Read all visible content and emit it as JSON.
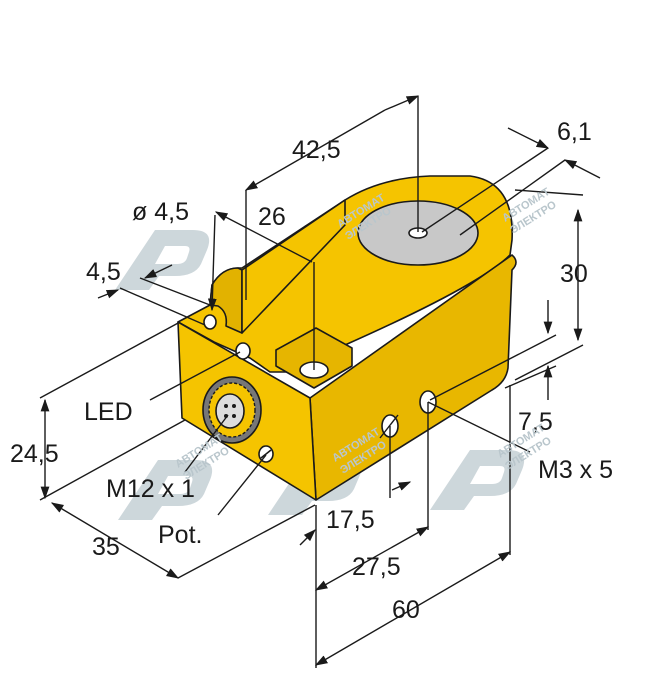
{
  "labels": {
    "d_42_5": "42,5",
    "d_6_1": "6,1",
    "d_hole": "ø 4,5",
    "d_26": "26",
    "d_4_5": "4,5",
    "d_30": "30",
    "d_24_5": "24,5",
    "d_7_5": "7,5",
    "d_35": "35",
    "d_17_5": "17,5",
    "d_27_5": "27,5",
    "d_60": "60",
    "led": "LED",
    "m12": "M12 x 1",
    "pot": "Pot.",
    "m3": "M3 x 5"
  },
  "watermark": {
    "line1": "АВТОМАТ",
    "line2": "ЭЛЕКТРО"
  },
  "colors": {
    "body_yellow": "#f5c400",
    "body_yellow_dark": "#e2b200",
    "body_yellow_side": "#d9a900",
    "sensing_face": "#c8c8c8",
    "line": "#1a1a1a",
    "watermark": "#c5d0d5"
  }
}
